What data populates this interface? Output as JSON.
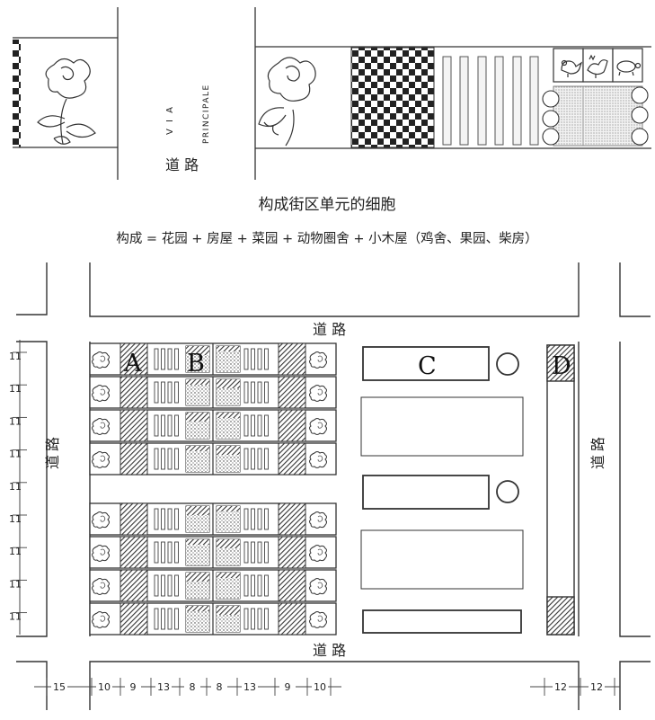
{
  "top_strip": {
    "street_latin": "V I A",
    "street_latin_2": "PRINCIPALE",
    "street_cn": "道 路"
  },
  "caption": {
    "title": "构成街区单元的细胞",
    "formula": "构成 = 花园 + 房屋 + 菜园 + 动物圈舍 + 小木屋（鸡舍、果园、柴房）"
  },
  "plan": {
    "road_top": "道 路",
    "road_bottom": "道 路",
    "road_left": "道路",
    "road_right": "道路",
    "labels": {
      "a": "A",
      "b": "B",
      "c": "C",
      "d": "D"
    },
    "left_dims": [
      "11",
      "11",
      "11",
      "11",
      "11",
      "11",
      "11",
      "11",
      "11"
    ],
    "bottom_dims_left": [
      "15",
      "10",
      "9",
      "13",
      "8",
      "8",
      "13",
      "9",
      "10"
    ],
    "bottom_dims_right": [
      "12",
      "12"
    ]
  },
  "icons": [
    "rose-flower-icon",
    "bird-icon",
    "rooster-icon",
    "turtle-icon",
    "shrub-icon",
    "round-tree-icon"
  ]
}
